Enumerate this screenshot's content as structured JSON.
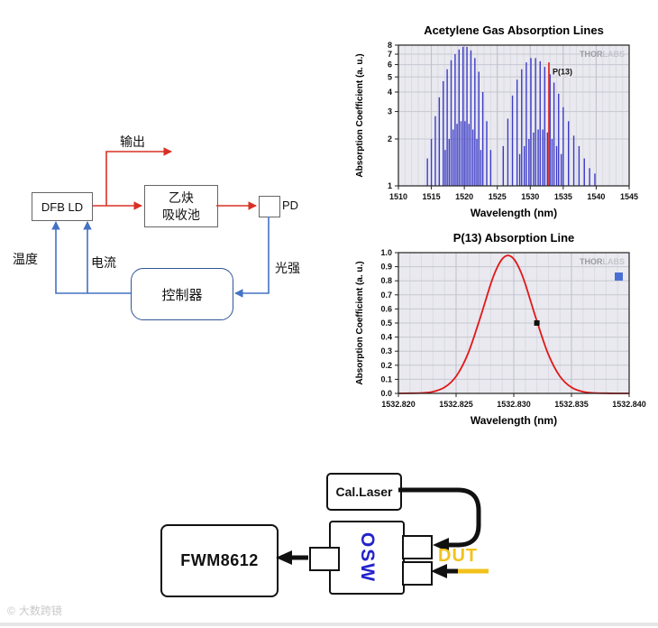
{
  "diagram_laser": {
    "output_label": "输出",
    "dfb_ld": "DFB LD",
    "cell_line1": "乙炔",
    "cell_line2": "吸收池",
    "pd": "PD",
    "temperature": "温度",
    "current": "电流",
    "intensity": "光强",
    "controller": "控制器"
  },
  "diagram_measure": {
    "cal_laser": "Cal.Laser",
    "fwm": "FWM8612",
    "osw": "OSW",
    "dut": "DUT"
  },
  "watermark": {
    "logo": "©",
    "text": "大数跨镜"
  },
  "colors": {
    "arrow_red": "#d93025",
    "arrow_blue": "#4472c4",
    "stem_blue": "#3b3bc8",
    "curve_red": "#e01818",
    "dut": "#f2c21c",
    "osw_text": "#2222cc"
  },
  "chart_data": [
    {
      "type": "bar",
      "subtype": "stem",
      "title": "Acetylene Gas Absorption Lines",
      "xlabel": "Wavelength (nm)",
      "ylabel": "Absorption Coefficient (a. u.)",
      "xlim": [
        1510,
        1545
      ],
      "x_ticks": [
        1510,
        1515,
        1520,
        1525,
        1530,
        1535,
        1540,
        1545
      ],
      "x_tick_labels": [
        "1510",
        "1515",
        "1520",
        "1525",
        "1530",
        "1535",
        "1540",
        "1545"
      ],
      "x_minor_step": 1,
      "yscale": "log",
      "ylim": [
        1,
        8
      ],
      "y_ticks": [
        1,
        2,
        3,
        4,
        5,
        6,
        7,
        8
      ],
      "y_tick_labels": [
        "1",
        "2",
        "3",
        "4",
        "5",
        "6",
        "7",
        "8"
      ],
      "grid": true,
      "stem_color": "#3b3bc8",
      "stems": [
        [
          1514.4,
          1.5
        ],
        [
          1515.0,
          2.0
        ],
        [
          1515.6,
          2.8
        ],
        [
          1516.2,
          3.7
        ],
        [
          1516.8,
          4.7
        ],
        [
          1517.4,
          5.6
        ],
        [
          1518.0,
          6.4
        ],
        [
          1518.6,
          7.0
        ],
        [
          1519.2,
          7.5
        ],
        [
          1519.8,
          7.8
        ],
        [
          1520.4,
          7.8
        ],
        [
          1521.0,
          7.4
        ],
        [
          1521.6,
          6.6
        ],
        [
          1522.2,
          5.4
        ],
        [
          1522.8,
          4.0
        ],
        [
          1523.4,
          2.6
        ],
        [
          1524.0,
          1.7
        ],
        [
          1517.1,
          1.7
        ],
        [
          1517.7,
          2.0
        ],
        [
          1518.3,
          2.3
        ],
        [
          1518.9,
          2.5
        ],
        [
          1519.5,
          2.6
        ],
        [
          1520.1,
          2.6
        ],
        [
          1520.7,
          2.5
        ],
        [
          1521.3,
          2.3
        ],
        [
          1521.9,
          2.0
        ],
        [
          1522.5,
          1.7
        ],
        [
          1525.9,
          1.8
        ],
        [
          1526.6,
          2.7
        ],
        [
          1527.3,
          3.8
        ],
        [
          1528.0,
          4.8
        ],
        [
          1528.7,
          5.6
        ],
        [
          1529.4,
          6.2
        ],
        [
          1530.1,
          6.6
        ],
        [
          1530.8,
          6.6
        ],
        [
          1531.5,
          6.3
        ],
        [
          1532.2,
          5.8
        ],
        [
          1533.0,
          5.2
        ],
        [
          1533.6,
          4.6
        ],
        [
          1534.3,
          3.9
        ],
        [
          1535.0,
          3.2
        ],
        [
          1535.8,
          2.6
        ],
        [
          1536.6,
          2.1
        ],
        [
          1537.4,
          1.8
        ],
        [
          1538.2,
          1.5
        ],
        [
          1539.0,
          1.3
        ],
        [
          1539.8,
          1.2
        ],
        [
          1528.4,
          1.6
        ],
        [
          1529.1,
          1.8
        ],
        [
          1529.8,
          2.0
        ],
        [
          1530.5,
          2.2
        ],
        [
          1531.2,
          2.3
        ],
        [
          1531.9,
          2.3
        ],
        [
          1532.6,
          2.2
        ],
        [
          1533.3,
          2.0
        ],
        [
          1534.0,
          1.8
        ],
        [
          1534.7,
          1.6
        ]
      ],
      "highlight": {
        "x": 1532.83,
        "y": 6.2,
        "label": "P(13)",
        "label_y": 5.2,
        "color": "#e03030"
      },
      "watermark": [
        "THOR",
        "LABS"
      ]
    },
    {
      "type": "line",
      "title": "P(13) Absorption Line",
      "xlabel": "Wavelength (nm)",
      "ylabel": "Absorption Coefficient (a. u.)",
      "xlim": [
        1532.82,
        1532.84
      ],
      "x_ticks": [
        1532.82,
        1532.825,
        1532.83,
        1532.835,
        1532.84
      ],
      "x_tick_labels": [
        "1532.820",
        "1532.825",
        "1532.830",
        "1532.835",
        "1532.840"
      ],
      "x_minor_step": 0.001,
      "yscale": "linear",
      "ylim": [
        0,
        1
      ],
      "y_ticks": [
        0,
        0.1,
        0.2,
        0.3,
        0.4,
        0.5,
        0.6,
        0.7,
        0.8,
        0.9,
        1.0
      ],
      "y_tick_labels": [
        "0.0",
        "0.1",
        "0.2",
        "0.3",
        "0.4",
        "0.5",
        "0.6",
        "0.7",
        "0.8",
        "0.9",
        "1.0"
      ],
      "grid": true,
      "line_color": "#e01818",
      "points": [
        [
          1532.82,
          0.0
        ],
        [
          1532.821,
          0.001
        ],
        [
          1532.822,
          0.003
        ],
        [
          1532.823,
          0.012
        ],
        [
          1532.824,
          0.043
        ],
        [
          1532.825,
          0.121
        ],
        [
          1532.826,
          0.276
        ],
        [
          1532.827,
          0.514
        ],
        [
          1532.828,
          0.777
        ],
        [
          1532.8285,
          0.884
        ],
        [
          1532.829,
          0.955
        ],
        [
          1532.8295,
          0.98
        ],
        [
          1532.83,
          0.955
        ],
        [
          1532.8305,
          0.884
        ],
        [
          1532.831,
          0.777
        ],
        [
          1532.832,
          0.514
        ],
        [
          1532.833,
          0.276
        ],
        [
          1532.834,
          0.121
        ],
        [
          1532.835,
          0.043
        ],
        [
          1532.836,
          0.012
        ],
        [
          1532.837,
          0.003
        ],
        [
          1532.838,
          0.001
        ],
        [
          1532.839,
          0.0
        ],
        [
          1532.84,
          0.0
        ]
      ],
      "marker": {
        "x": 1532.832,
        "y": 0.5,
        "color": "#111111"
      },
      "legend_square_color": "#4a6fd4",
      "watermark": [
        "THOR",
        "LABS"
      ]
    }
  ]
}
